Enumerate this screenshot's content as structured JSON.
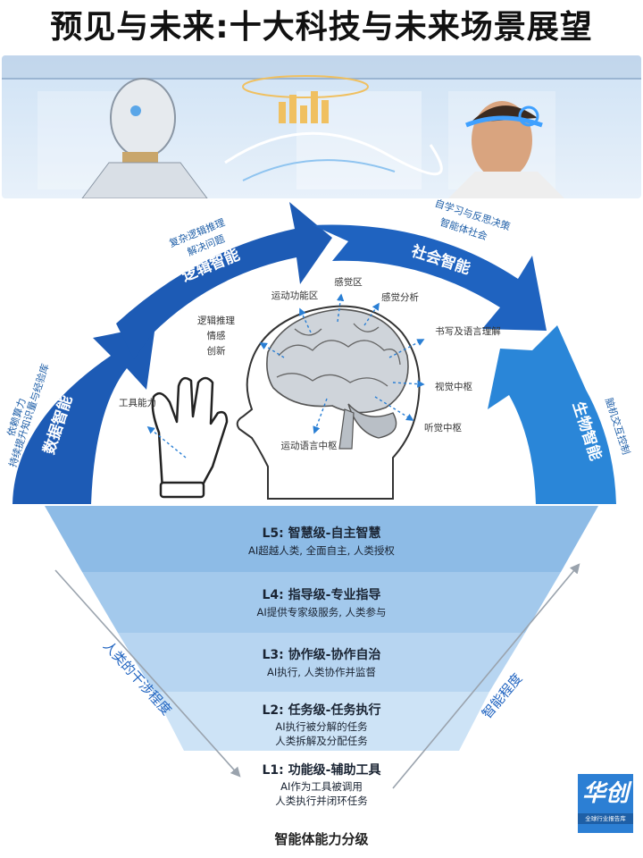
{
  "page_title": "预见与未来:十大科技与未来场景展望",
  "arc_segments": [
    {
      "label": "数据智能",
      "sublabel_1": "依赖算力",
      "sublabel_2": "持续提升知识量与经验库"
    },
    {
      "label": "逻辑智能",
      "sublabel_1": "复杂逻辑推理",
      "sublabel_2": "解决问题"
    },
    {
      "label": "社会智能",
      "sublabel_1": "自学习与反思决策",
      "sublabel_2": "智能体社会"
    },
    {
      "label": "生物智能",
      "sublabel_1": "脑机交互控制",
      "sublabel_2": ""
    }
  ],
  "brain_labels": {
    "motor_area": "运动功能区",
    "sensory_area": "感觉区",
    "sensory_analysis": "感觉分析",
    "logic_reasoning": "逻辑推理",
    "emotion": "情感",
    "creativity": "创新",
    "writing_language": "书写及语言理解",
    "visual_center": "视觉中枢",
    "auditory_center": "听觉中枢",
    "motor_language": "运动语言中枢",
    "tool_ability": "工具能力"
  },
  "levels": [
    {
      "title": "L5: 智慧级-自主智慧",
      "desc1": "AI超越人类, 全面自主, 人类授权",
      "desc2": ""
    },
    {
      "title": "L4: 指导级-专业指导",
      "desc1": "AI提供专家级服务, 人类参与",
      "desc2": ""
    },
    {
      "title": "L3: 协作级-协作自治",
      "desc1": "AI执行, 人类协作并监督",
      "desc2": ""
    },
    {
      "title": "L2: 任务级-任务执行",
      "desc1": "AI执行被分解的任务",
      "desc2": "人类拆解及分配任务"
    },
    {
      "title": "L1: 功能级-辅助工具",
      "desc1": "AI作为工具被调用",
      "desc2": "人类执行并闭环任务"
    }
  ],
  "left_axis_label": "人类的干涉程度",
  "right_axis_label": "智能程度",
  "footer_caption": "智能体能力分级",
  "logo": {
    "text": "华创",
    "subtext": "全球行业报告库"
  },
  "colors": {
    "deep_blue": "#1f5fb8",
    "mid_blue": "#3f8fdc",
    "light_blue": "#a9d0f2"
  }
}
